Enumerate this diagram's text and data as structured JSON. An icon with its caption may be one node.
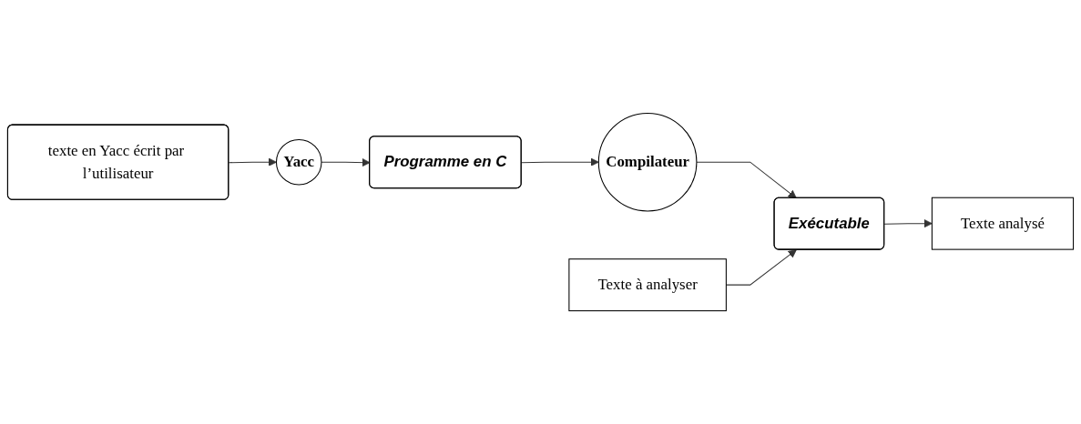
{
  "diagram": {
    "nodes": [
      {
        "text": [
          "texte en Yacc écrit par l’utilisateur"
        ]
      },
      {
        "text": [
          "Yacc"
        ]
      },
      {
        "text": [
          "Programme en C"
        ]
      },
      {
        "text": [
          "Compilateur"
        ]
      },
      {
        "text": [
          "Texte à analyser"
        ]
      },
      {
        "text": [
          "Exécutable"
        ]
      },
      {
        "text": [
          "Texte analysé"
        ]
      }
    ],
    "edges": [
      {
        "from": 0,
        "to": 1,
        "arrow": "to"
      },
      {
        "from": 1,
        "to": 2,
        "arrow": "to"
      },
      {
        "from": 2,
        "to": 3,
        "arrow": "to"
      },
      {
        "from": 3,
        "to": 5,
        "arrow": "to"
      },
      {
        "from": 4,
        "to": 5,
        "arrow": "to"
      },
      {
        "from": 5,
        "to": 6,
        "arrow": "to"
      }
    ]
  }
}
